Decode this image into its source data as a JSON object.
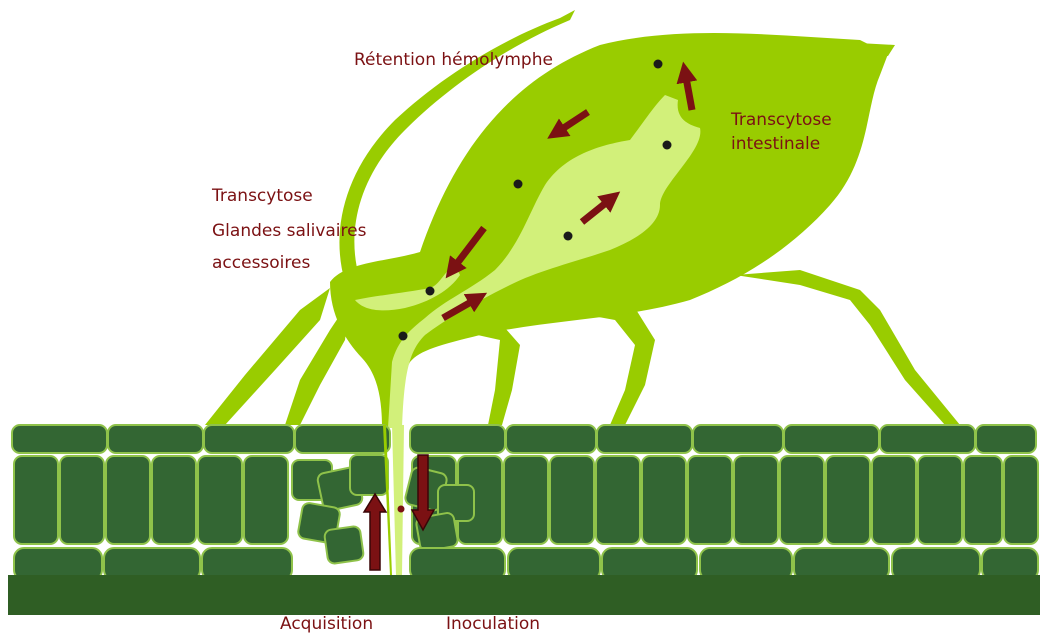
{
  "labels": {
    "hemolymph": "Rétention hémolymphe",
    "intestinal_line1": "Transcytose",
    "intestinal_line2": "intestinale",
    "salivary_line1": "Transcytose",
    "salivary_line2": "Glandes salivaires",
    "salivary_line3": "accessoires",
    "acquisition": "Acquisition",
    "inoculation": "Inoculation"
  },
  "colors": {
    "aphid_body": "#99cc00",
    "aphid_gut": "#d2f07a",
    "leaf_cells": "#336633",
    "leaf_outline": "#8fc24a",
    "leaf_base": "#2f5e24",
    "arrow": "#7b1113",
    "particle": "#1a1a1a",
    "label_text": "#7b1113"
  },
  "icons": {
    "arrow": "arrow-icon",
    "particle": "virus-particle-icon"
  }
}
